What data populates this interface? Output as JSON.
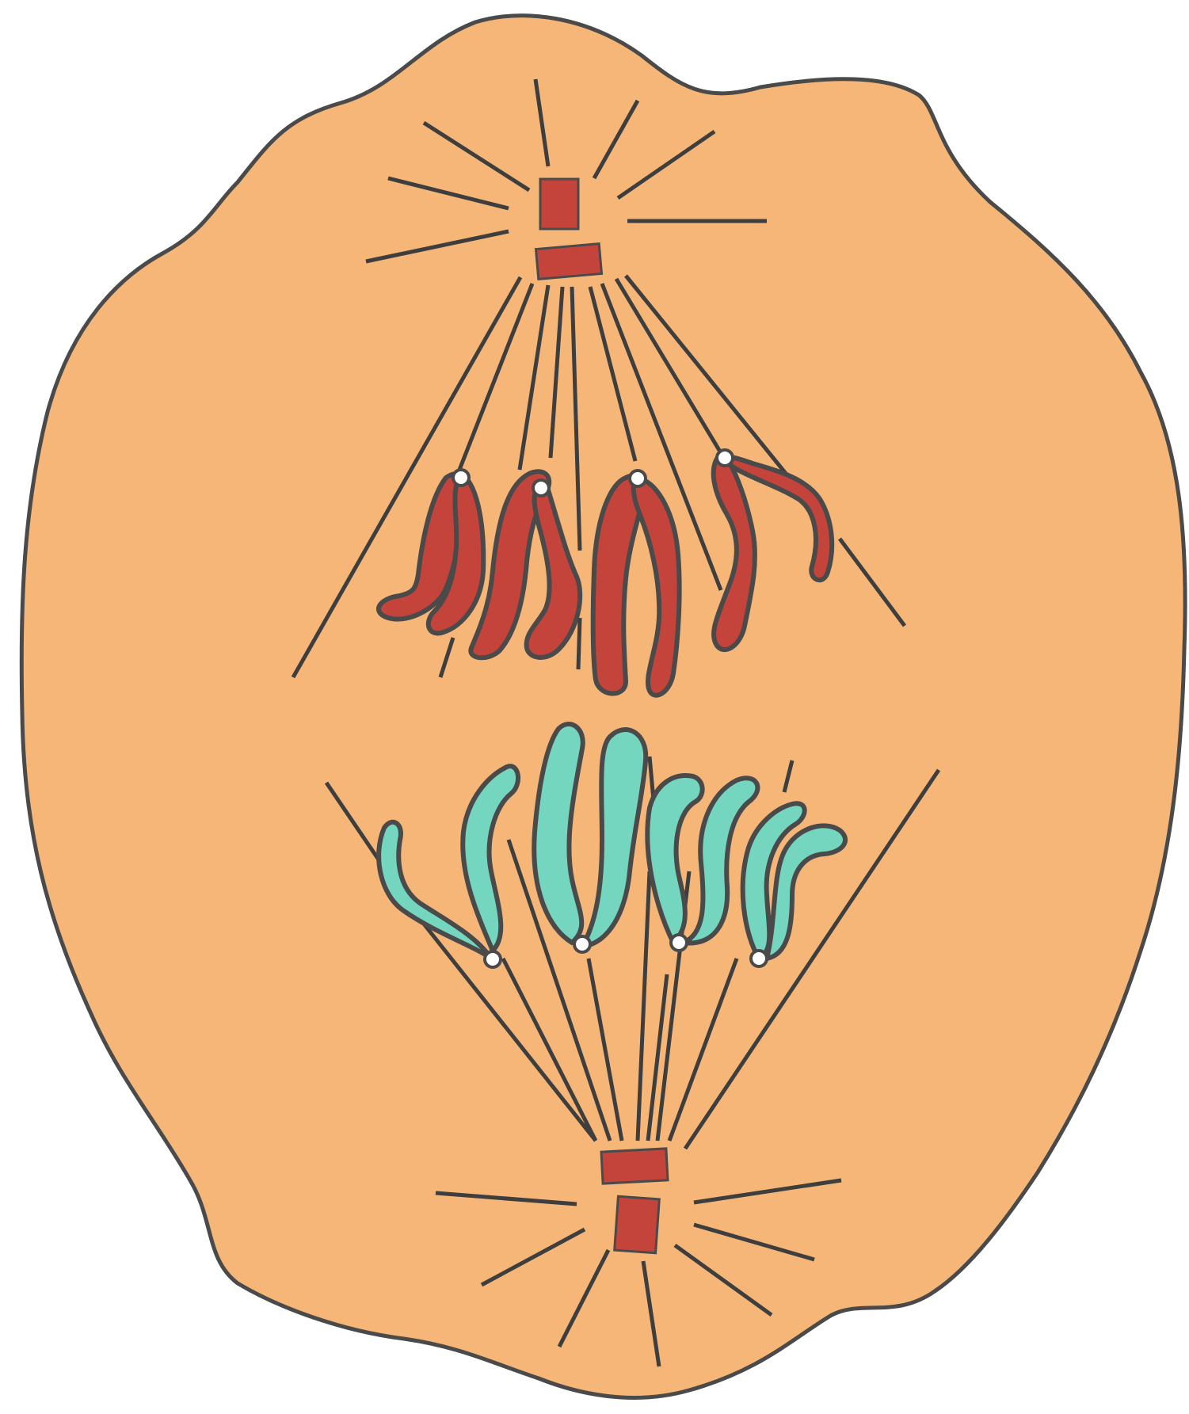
{
  "diagram": {
    "colors": {
      "cytoplasm": "#F5B677",
      "outline": "#4A4A4A",
      "centriole": "#C4443C",
      "upper_chromosomes": "#C4443C",
      "lower_chromosomes": "#74D6BF",
      "centromere": "#FFFFFF",
      "spindle_fibers": "#3E3E3E"
    },
    "elements": {
      "cell": "dividing-cell",
      "upper_pole": "centriole-pair",
      "lower_pole": "centriole-pair",
      "upper_set": "chromosome-set",
      "lower_set": "chromosome-set"
    }
  }
}
